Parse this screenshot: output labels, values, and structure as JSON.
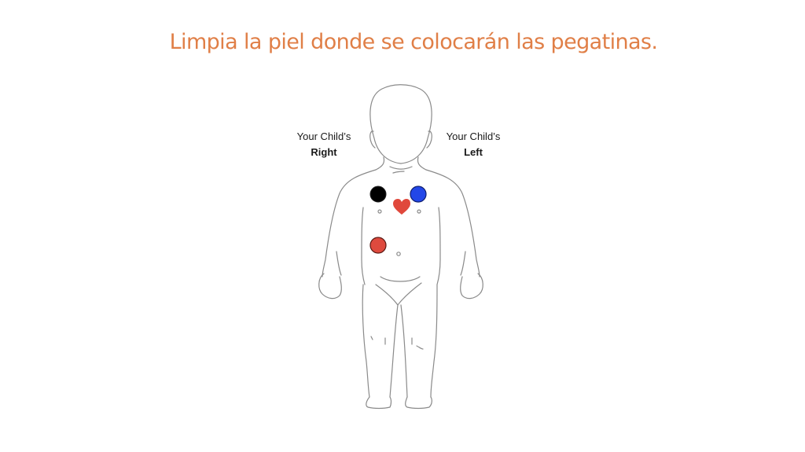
{
  "slide": {
    "title": "Limpia la piel donde se colocarán las pegatinas."
  },
  "diagram": {
    "subject": "child-body-outline-front-view",
    "labels": {
      "right": {
        "line1": "Your Child’s",
        "line2": "Right"
      },
      "left": {
        "line1": "Your Child’s",
        "line2": "Left"
      }
    },
    "markers": [
      {
        "name": "electrode-black",
        "color": "#000000",
        "position": "upper-right-chest"
      },
      {
        "name": "electrode-blue",
        "color": "#2347E8",
        "position": "upper-left-chest"
      },
      {
        "name": "heart-symbol",
        "color": "#E0483C",
        "position": "center-chest"
      },
      {
        "name": "electrode-red",
        "color": "#DE4A3E",
        "position": "lower-right-abdomen"
      }
    ]
  },
  "colors": {
    "title": "#E07F47",
    "outline": "#8a8a8a",
    "black_dot": "#000000",
    "blue_dot": "#2347E8",
    "red_dot": "#DE4A3E",
    "heart": "#E0483C"
  }
}
